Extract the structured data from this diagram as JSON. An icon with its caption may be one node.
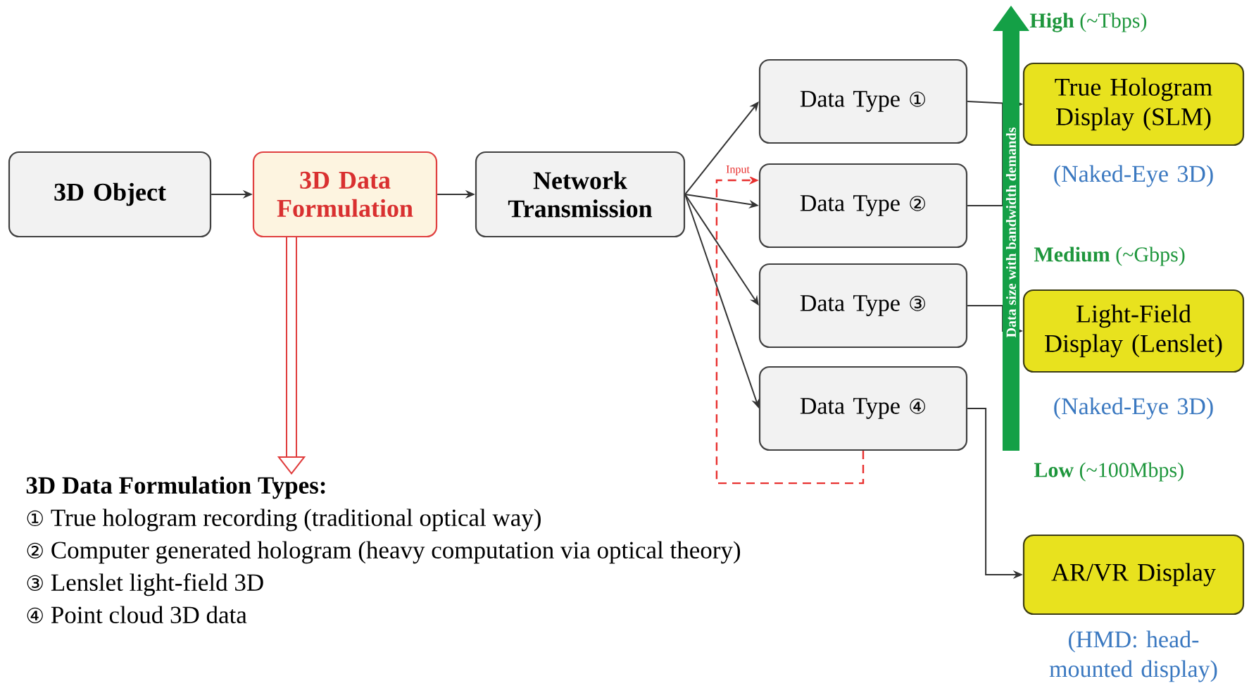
{
  "diagram": {
    "nodes": [
      {
        "text": [
          "3D Object"
        ]
      },
      {
        "text": [
          "3D Data Formulation"
        ]
      },
      {
        "text": [
          "Network Transmission"
        ]
      },
      {
        "text": [
          "Data Type ①"
        ]
      },
      {
        "text": [
          "Data Type ②"
        ]
      },
      {
        "text": [
          "Data Type ③"
        ]
      },
      {
        "text": [
          "Data Type ④"
        ]
      },
      {
        "text": [
          "True Hologram Display (SLM)"
        ],
        "beside": [
          "(Naked-Eye 3D)"
        ]
      },
      {
        "text": [
          "Light-Field Display (Lenslet)"
        ],
        "beside": [
          "(Naked-Eye 3D)"
        ]
      },
      {
        "text": [
          "AR/VR Display"
        ],
        "beside": [
          "(HMD: head-mounted display)"
        ]
      },
      {
        "text": [
          "3D Data Formulation Types:",
          "① True hologram recording (traditional optical way)",
          "② Computer generated hologram (heavy computation via optical theory)",
          "③ Lenslet light-field 3D",
          "④ Point cloud 3D data"
        ]
      }
    ],
    "edges": [
      {
        "from": 0,
        "to": 1,
        "arrow": "to"
      },
      {
        "from": 1,
        "to": 2,
        "arrow": "to"
      },
      {
        "from": 1,
        "to": 10,
        "arrow": "to",
        "style": "thick",
        "color": "#e03c3c"
      },
      {
        "from": 2,
        "to": 3,
        "arrow": "to"
      },
      {
        "from": 2,
        "to": 4,
        "arrow": "to"
      },
      {
        "from": 2,
        "to": 5,
        "arrow": "to"
      },
      {
        "from": 2,
        "to": 6,
        "arrow": "to"
      },
      {
        "from": 6,
        "to": 4,
        "arrow": "to",
        "style": "dashed",
        "color": "#e8302f",
        "label": "Input"
      },
      {
        "from": 3,
        "to": 7,
        "arrow": "to"
      },
      {
        "from": 4,
        "to": 7,
        "arrow": "to"
      },
      {
        "from": 5,
        "to": 8,
        "arrow": "to"
      },
      {
        "from": 6,
        "to": 9,
        "arrow": "to"
      }
    ],
    "labels": [
      "Data size with bandwidth demands",
      "**High** (~Tbps)",
      "**Medium** (~Gbps)",
      "**Low** (~100Mbps)"
    ]
  }
}
